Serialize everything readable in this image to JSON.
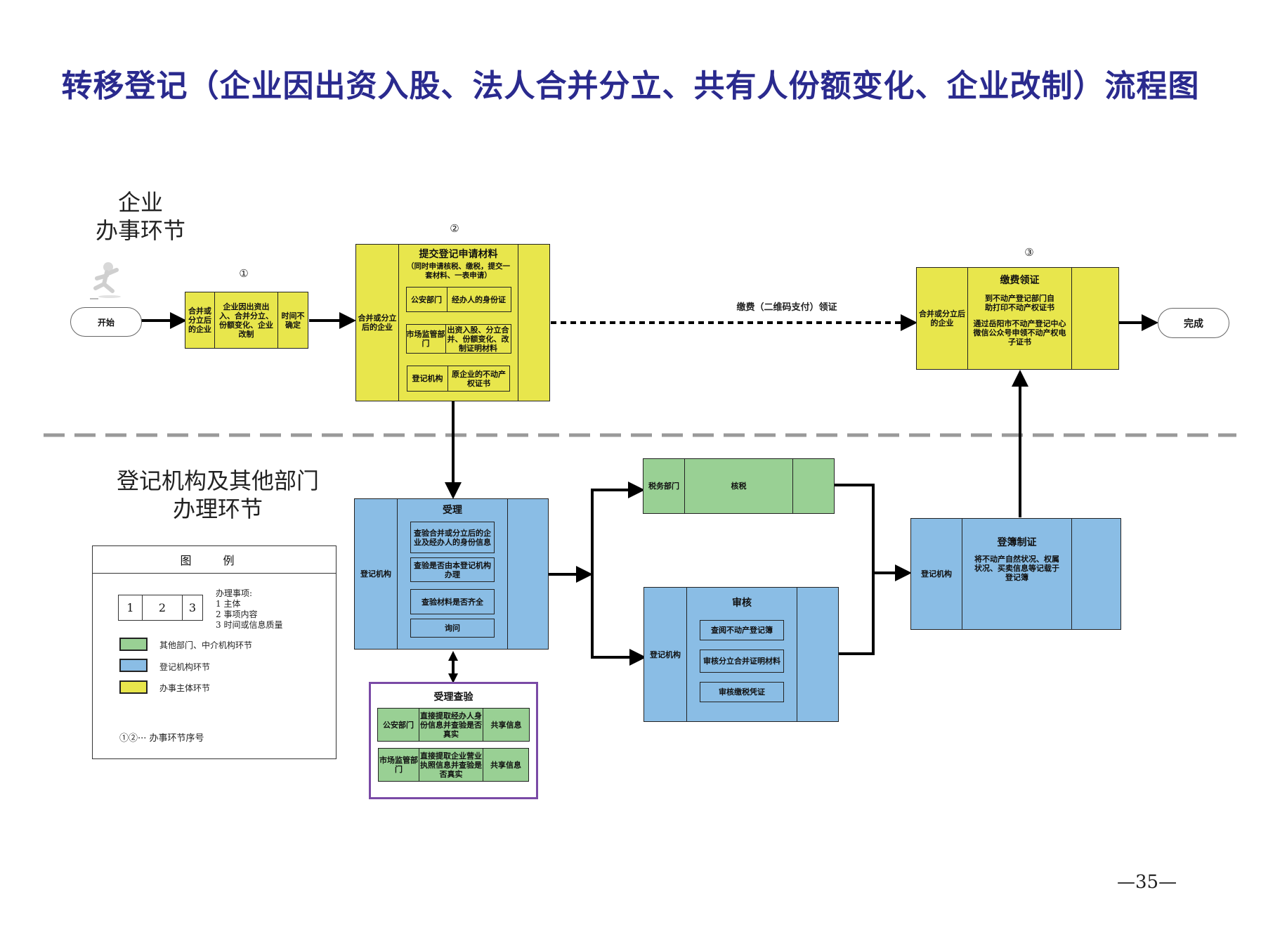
{
  "title": "转移登记（企业因出资入股、法人合并分立、共有人份额变化、企业改制）流程图",
  "lanes": {
    "enterprise": [
      "企业",
      "办事环节"
    ],
    "agency": [
      "登记机构及其他部门",
      "办理环节"
    ]
  },
  "start_label": "开始",
  "end_label": "完成",
  "step_numbers": [
    "①",
    "②",
    "③"
  ],
  "step1": {
    "subject": "合并或分立后的企业",
    "content": "企业因出资出入、合并分立、份额变化、企业改制",
    "time": "时间不确定"
  },
  "step2": {
    "subject": "合并或分立后的企业",
    "heading": "提交登记申请材料",
    "note": "（同时申请核税、缴税，提交一套材料、一表申请）",
    "rows": [
      {
        "dept": "公安部门",
        "item": "经办人的身份证"
      },
      {
        "dept": "市场监管部门",
        "item": "出资入股、分立合并、份额变化、改制证明材料"
      },
      {
        "dept": "登记机构",
        "item": "原企业的不动产权证书"
      }
    ]
  },
  "payment_arrow_label": "缴费（二维码支付）领证",
  "step3": {
    "subject": "合并或分立后的企业",
    "heading": "缴费领证",
    "line1": "到不动产登记部门自助打印不动产权证书",
    "line2": "通过岳阳市不动产登记中心微信公众号申领不动产权电子证书"
  },
  "accept": {
    "subject": "登记机构",
    "heading": "受理",
    "items": [
      "查验合并或分立后的企业及经办人的身份信息",
      "查验是否由本登记机构办理",
      "查验材料是否齐全",
      "询问"
    ]
  },
  "verify": {
    "heading": "受理查验",
    "rows": [
      {
        "dept": "公安部门",
        "item": "直接提取经办人身份信息并查验是否真实",
        "result": "共享信息"
      },
      {
        "dept": "市场监管部门",
        "item": "直接提取企业营业执照信息并查验是否真实",
        "result": "共享信息"
      }
    ]
  },
  "tax": {
    "subject": "税务部门",
    "content": "核税"
  },
  "review": {
    "subject": "登记机构",
    "heading": "审核",
    "items": [
      "查阅不动产登记簿",
      "审核分立合并证明材料",
      "审核缴税凭证"
    ]
  },
  "register": {
    "subject": "登记机构",
    "heading": "登簿制证",
    "content": "将不动产自然状况、权属状况、买卖信息等记载于登记簿"
  },
  "legend": {
    "title": "图  例",
    "cells": [
      "1",
      "2",
      "3"
    ],
    "matters_title": "办理事项:",
    "matters": [
      "1 主体",
      "2 事项内容",
      "3 时间或信息质量"
    ],
    "colors": [
      {
        "color": "#99d094",
        "label": "其他部门、中介机构环节"
      },
      {
        "color": "#8abde5",
        "label": "登记机构环节"
      },
      {
        "color": "#e8e64c",
        "label": "办事主体环节"
      }
    ],
    "sequence_label": "①②··· 办事环节序号"
  },
  "page_number": "—35—"
}
